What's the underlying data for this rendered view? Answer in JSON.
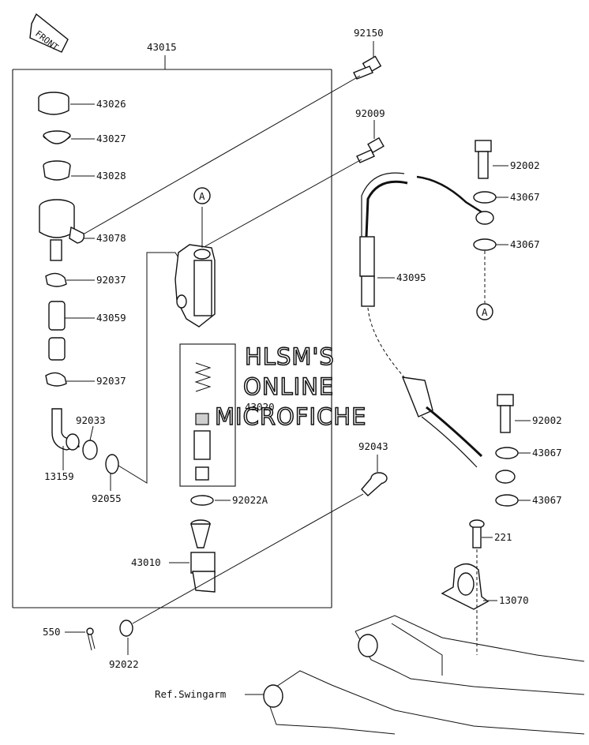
{
  "front_arrow": {
    "label": "FRONT"
  },
  "watermark": {
    "line1": "HLSM'S",
    "line2": "ONLINE",
    "line3": "MICROFICHE"
  },
  "ref_marker": "A",
  "reference_note": "Ref.Swingarm",
  "parts": [
    {
      "id": "43015",
      "label": "43015"
    },
    {
      "id": "92150",
      "label": "92150"
    },
    {
      "id": "43026",
      "label": "43026"
    },
    {
      "id": "43027",
      "label": "43027"
    },
    {
      "id": "43028",
      "label": "43028"
    },
    {
      "id": "43078",
      "label": "43078"
    },
    {
      "id": "92009",
      "label": "92009"
    },
    {
      "id": "92002a",
      "label": "92002"
    },
    {
      "id": "43067a",
      "label": "43067"
    },
    {
      "id": "43067b",
      "label": "43067"
    },
    {
      "id": "92037a",
      "label": "92037"
    },
    {
      "id": "43095",
      "label": "43095"
    },
    {
      "id": "43059",
      "label": "43059"
    },
    {
      "id": "92037b",
      "label": "92037"
    },
    {
      "id": "43020",
      "label": "43020"
    },
    {
      "id": "92033",
      "label": "92033"
    },
    {
      "id": "92002b",
      "label": "92002"
    },
    {
      "id": "13159",
      "label": "13159"
    },
    {
      "id": "43067c",
      "label": "43067"
    },
    {
      "id": "92055",
      "label": "92055"
    },
    {
      "id": "92043",
      "label": "92043"
    },
    {
      "id": "92022A",
      "label": "92022A"
    },
    {
      "id": "43067d",
      "label": "43067"
    },
    {
      "id": "221",
      "label": "221"
    },
    {
      "id": "43010",
      "label": "43010"
    },
    {
      "id": "13070",
      "label": "13070"
    },
    {
      "id": "550",
      "label": "550"
    },
    {
      "id": "92022",
      "label": "92022"
    }
  ]
}
